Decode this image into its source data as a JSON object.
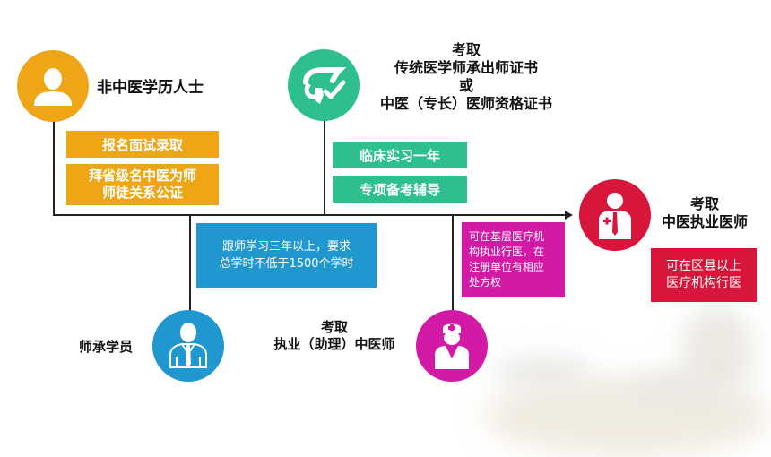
{
  "colors": {
    "orange": "#eea617",
    "green": "#2dbf8d",
    "blue": "#2197cf",
    "magenta": "#d21aa6",
    "red": "#d8153a",
    "line": "#222222"
  },
  "nodes": {
    "non_tcm": {
      "icon": "person-silhouette-icon",
      "title": "非中医学历人士",
      "steps": [
        "报名面试录取",
        "拜省级名中医为师",
        "师徒关系公证"
      ]
    },
    "apprentice": {
      "icon": "businessman-icon",
      "title": "师承学员",
      "note_line1": "跟师学习三年以上，要求",
      "note_line2": "总学时不低于1500个学时"
    },
    "certificate": {
      "icon": "diploma-check-icon",
      "title_line1": "考取",
      "title_line2": "传统医学师承出师证书",
      "title_line3": "或",
      "title_line4": "中医（专长）医师资格证书",
      "steps": [
        "临床实习一年",
        "专项备考辅导"
      ]
    },
    "assistant": {
      "icon": "nurse-icon",
      "title_line1": "考取",
      "title_line2": "执业（助理）中医师",
      "note_line1": "可在基层医疗机",
      "note_line2": "构执业行医，在",
      "note_line3": "注册单位有相应",
      "note_line4": "处方权"
    },
    "licensed": {
      "icon": "doctor-icon",
      "title_line1": "考取",
      "title_line2": "中医执业医师",
      "note_line1": "可在区县以上",
      "note_line2": "医疗机构行医"
    }
  }
}
